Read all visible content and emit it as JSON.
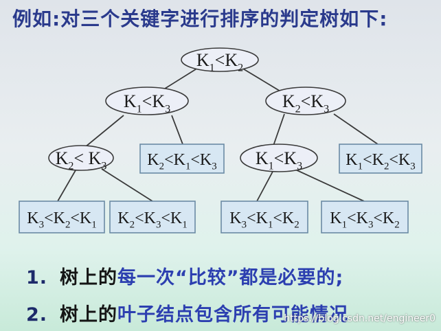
{
  "title": "例如:对三个关键字进行排序的判定树如下:",
  "nodes": {
    "root": [
      {
        "t": "K",
        "s": "1"
      },
      {
        "t": "<K"
      },
      {
        "t": "",
        "s": "2"
      }
    ],
    "l": [
      {
        "t": "K",
        "s": "1"
      },
      {
        "t": "<K",
        "s": "3"
      }
    ],
    "r": [
      {
        "t": "K",
        "s": "2"
      },
      {
        "t": "<K",
        "s": "3"
      }
    ],
    "ll": [
      {
        "t": "K",
        "s": "2"
      },
      {
        "t": "< K",
        "s": "3"
      }
    ],
    "lr": [
      {
        "t": "K",
        "s": "2"
      },
      {
        "t": "<K",
        "s": "1"
      },
      {
        "t": "<K",
        "s": "3"
      }
    ],
    "rl": [
      {
        "t": "K",
        "s": "1"
      },
      {
        "t": "<K",
        "s": "3"
      }
    ],
    "rr": [
      {
        "t": "K",
        "s": "1"
      },
      {
        "t": "<K",
        "s": "2"
      },
      {
        "t": "<K",
        "s": "3"
      }
    ],
    "lll": [
      {
        "t": "K",
        "s": "3"
      },
      {
        "t": "<K",
        "s": "2"
      },
      {
        "t": "<K",
        "s": "1"
      }
    ],
    "llr": [
      {
        "t": "K",
        "s": "2"
      },
      {
        "t": "<K",
        "s": "3"
      },
      {
        "t": "<K",
        "s": "1"
      }
    ],
    "rll": [
      {
        "t": "K",
        "s": "3"
      },
      {
        "t": "<K",
        "s": "1"
      },
      {
        "t": "<K",
        "s": "2"
      }
    ],
    "rlr": [
      {
        "t": "K",
        "s": "1"
      },
      {
        "t": "<K",
        "s": "3"
      },
      {
        "t": "<K",
        "s": "2"
      }
    ]
  },
  "notes": {
    "n1": {
      "num": "1.",
      "a": "树上的",
      "b": "每一次“比较”都是必要的;"
    },
    "n2": {
      "num": "2.",
      "a": "树上的",
      "b": "叶子结点包含所有可能情况"
    }
  },
  "watermark": "https://blog.csdn.net/engineer0",
  "colors": {
    "ellipse_fill": "#eceff7",
    "box_fill": "#d7e7f3",
    "box_border": "#6a8aa4",
    "line": "#3a3a3a"
  }
}
